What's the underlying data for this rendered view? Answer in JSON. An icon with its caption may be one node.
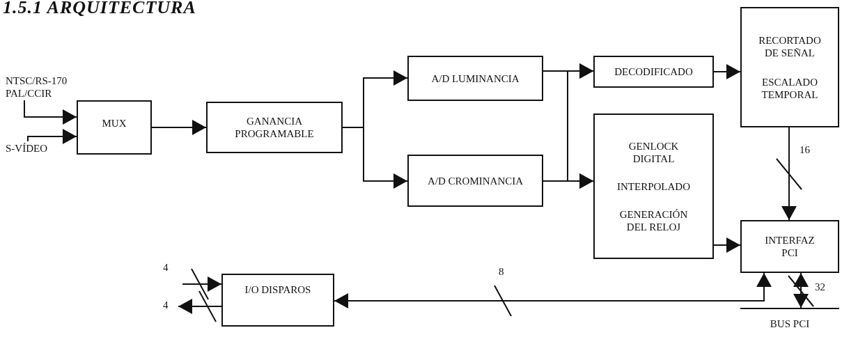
{
  "diagram": {
    "title": "1.5.1 ARQUITECTURA",
    "nodes": [
      {
        "text": [
          "MUX"
        ]
      },
      {
        "text": [
          "GANANCIA PROGRAMABLE"
        ]
      },
      {
        "text": [
          "A/D LUMINANCIA"
        ]
      },
      {
        "text": [
          "A/D CROMINANCIA"
        ]
      },
      {
        "text": [
          "DECODIFICADO"
        ]
      },
      {
        "text": [
          "GENLOCK DIGITAL",
          "INTERPOLADO",
          "GENERACIÓN DEL RELOJ"
        ]
      },
      {
        "text": [
          "RECORTADO DE SEÑAL",
          "ESCALADO TEMPORAL"
        ]
      },
      {
        "text": [
          "INTERFAZ PCI"
        ]
      },
      {
        "text": [
          "I/O DISPAROS"
        ]
      },
      {
        "text": [
          "BUS PCI"
        ]
      },
      {
        "text": [
          "NTSC/RS-170 PAL/CCIR"
        ]
      },
      {
        "text": [
          "S-VÍDEO"
        ]
      }
    ],
    "edges": [
      {
        "from": 10,
        "to": 0,
        "arrow": "to"
      },
      {
        "from": 11,
        "to": 0,
        "arrow": "to"
      },
      {
        "from": 0,
        "to": 1,
        "arrow": "to"
      },
      {
        "from": 1,
        "to": 2,
        "arrow": "to"
      },
      {
        "from": 1,
        "to": 3,
        "arrow": "to"
      },
      {
        "from": 2,
        "to": 4,
        "arrow": "to"
      },
      {
        "from": 2,
        "to": 5,
        "arrow": "to"
      },
      {
        "from": 3,
        "to": 4,
        "arrow": "to"
      },
      {
        "from": 3,
        "to": 5,
        "arrow": "to"
      },
      {
        "from": 4,
        "to": 6,
        "arrow": "to"
      },
      {
        "from": 6,
        "to": 7,
        "arrow": "to",
        "label": "16"
      },
      {
        "from": 5,
        "to": 7,
        "arrow": "to"
      },
      {
        "from": 7,
        "to": 8,
        "arrow": "both",
        "label": "8"
      },
      {
        "from": 9,
        "to": 7,
        "arrow": "both",
        "label": "32"
      },
      {
        "from": null,
        "to": 8,
        "arrow": "to",
        "label": "4"
      },
      {
        "from": 8,
        "to": null,
        "arrow": "to",
        "label": "4"
      }
    ]
  }
}
